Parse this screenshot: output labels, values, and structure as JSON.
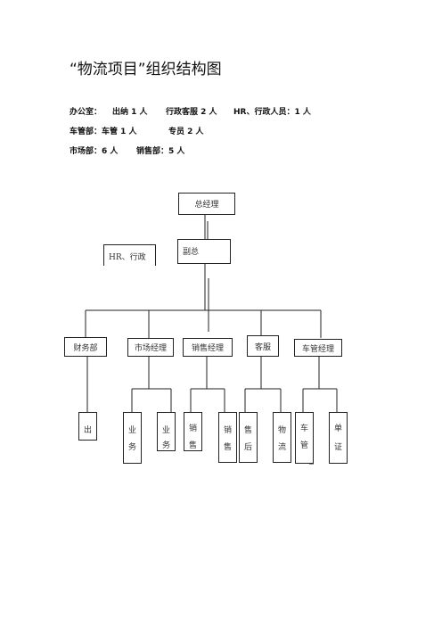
{
  "title": "“物流项目”组织结构图",
  "staffing": {
    "row1": {
      "office": "办公室：",
      "cashier": "出纳 1 人",
      "admin_service": "行政客服 2 人",
      "hr_admin": "HR、行政人员：1 人"
    },
    "row2": {
      "fleet_dept": "车管部：车管 1 人",
      "specialist": "专员 2 人"
    },
    "row3": {
      "market_dept": "市场部：6 人",
      "sales_dept": "销售部：5 人"
    }
  },
  "org_chart": {
    "general_manager": "总经理",
    "deputy": "副总",
    "hr_admin_box": "HR、行政",
    "departments": {
      "finance": "财务部",
      "marketing_manager": "市场经理",
      "sales_manager": "销售经理",
      "customer_service": "客服",
      "fleet_manager": "车管经理"
    },
    "staff": {
      "finance_1": [
        "出",
        ""
      ],
      "marketing_1": [
        "业",
        "务"
      ],
      "marketing_2": [
        "业",
        "务"
      ],
      "sales_1": [
        "销",
        "售"
      ],
      "sales_2": [
        "销",
        "售"
      ],
      "service_1": [
        "售",
        "后"
      ],
      "service_2": [
        "物",
        "流"
      ],
      "fleet_1": [
        "车",
        "管"
      ],
      "fleet_2": [
        "单",
        "证"
      ]
    }
  }
}
